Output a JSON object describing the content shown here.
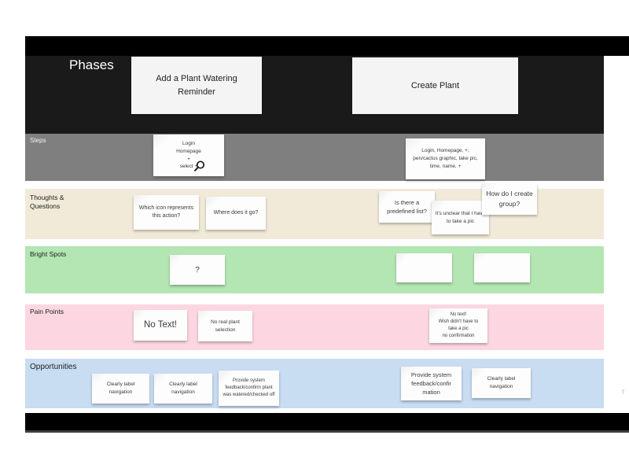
{
  "board": {
    "stray_text": "r",
    "phases": {
      "label": "Phases",
      "bg": "#1a1a1a",
      "cards": [
        {
          "text": "Add a Plant Watering Reminder"
        },
        {
          "text": "Create Plant"
        }
      ]
    },
    "steps": {
      "label": "Steps",
      "bg": "#7f7f7f",
      "notes": [
        {
          "text": "Login\nHomepage\n+\nselect +",
          "icon": "magnifier-icon"
        },
        {
          "text": "Login, Homepage, +, pen/cactus graphic, take pic, time, name, +"
        }
      ]
    },
    "thoughts": {
      "label": "Thoughts & Questions",
      "bg": "#f1ead8",
      "notes": [
        {
          "text": "Which icon represents this action?"
        },
        {
          "text": "Where does it go?"
        },
        {
          "text": "Is there a predefined list?"
        },
        {
          "text": "It's unclear that I have to take a pic"
        },
        {
          "text": "How do I create group?"
        }
      ]
    },
    "bright": {
      "label": "Bright Spots",
      "bg": "#b3e6b2",
      "notes": [
        {
          "text": "?"
        },
        {
          "text": ""
        },
        {
          "text": ""
        }
      ]
    },
    "pain": {
      "label": "Pain Points",
      "bg": "#fcd7e1",
      "notes": [
        {
          "text": "No Text!"
        },
        {
          "text": "No real plant selection"
        },
        {
          "text": "No text!\nWish didn't have to\ntake a pic\nno confirmation"
        }
      ]
    },
    "opportunities": {
      "label": "Opportunities",
      "bg": "#c8dcf2",
      "notes": [
        {
          "text": "Clearly label navigation"
        },
        {
          "text": "Clearly label navigation"
        },
        {
          "text": "Provide system feedback/confirm plant was watered/checked off"
        },
        {
          "text": "Provide system\nfeedback/confir\nmation"
        },
        {
          "text": "Clearly label navigation"
        }
      ]
    },
    "bars": {
      "color": "#000000"
    }
  }
}
